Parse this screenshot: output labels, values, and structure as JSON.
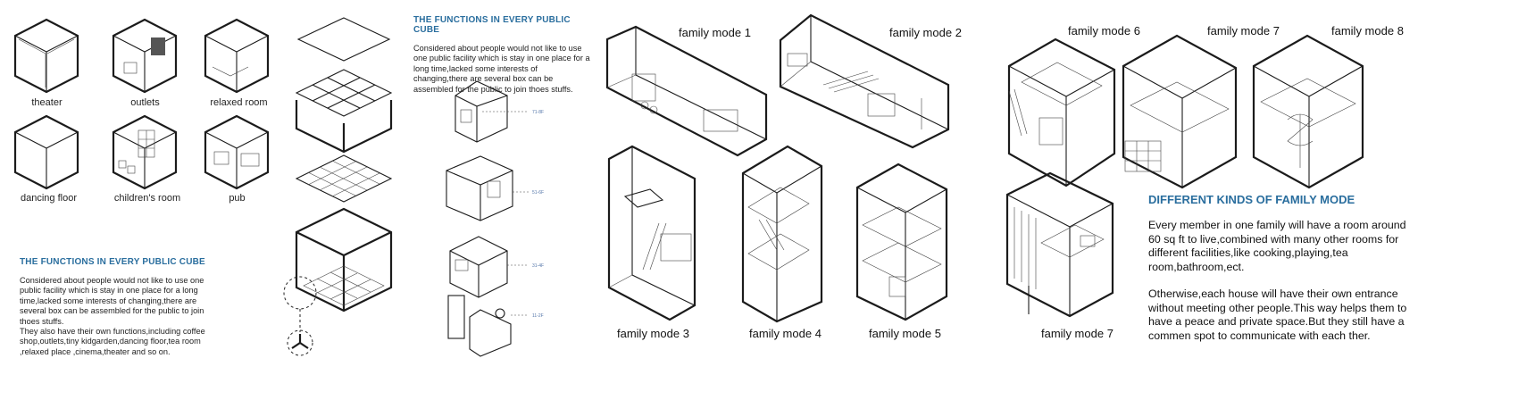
{
  "cube_labels": [
    "theater",
    "outlets",
    "relaxed room",
    "dancing floor",
    "children's room",
    "pub"
  ],
  "left_text": {
    "heading": "THE FUNCTIONS IN EVERY PUBLIC CUBE",
    "body": "Considered about people would not like to use one public facility which is stay in one place for a long time,lacked some interests of changing,there are several box can be assembled for the public to join thoes stuffs.",
    "body2": "They also have their own functions,including coffee shop,outlets,tiny kidgarden,dancing floor,tea room ,relaxed place ,cinema,theater and so on."
  },
  "middle_text": {
    "heading": "THE FUNCTIONS IN EVERY PUBLIC CUBE",
    "body": "Considered about people would not like to use one public facility which is stay in one place for a long time,lacked some interests of changing,there are several box can be assembled for the public to join thoes stuffs."
  },
  "floor_ticks": [
    "71-8F",
    "51-6F",
    "31-4F",
    "11-2F"
  ],
  "family_modes": [
    "family mode 1",
    "family mode 2",
    "family mode 3",
    "family mode 4",
    "family mode 5",
    "family mode 6",
    "family mode 7",
    "family mode 8",
    "family mode 7"
  ],
  "right_text": {
    "heading": "DIFFERENT KINDS OF FAMILY MODE",
    "para1": "Every member in one family will have a room around 60 sq ft to live,combined with many other rooms for different facilities,like cooking,playing,tea room,bathroom,ect.",
    "para2": "Otherwise,each house will have their own entrance without meeting other people.This way helps them to have a peace and private space.But they still have a commen spot to communicate with each ther."
  },
  "colors": {
    "heading": "#2a6e9e",
    "line": "#1b1b1b"
  }
}
